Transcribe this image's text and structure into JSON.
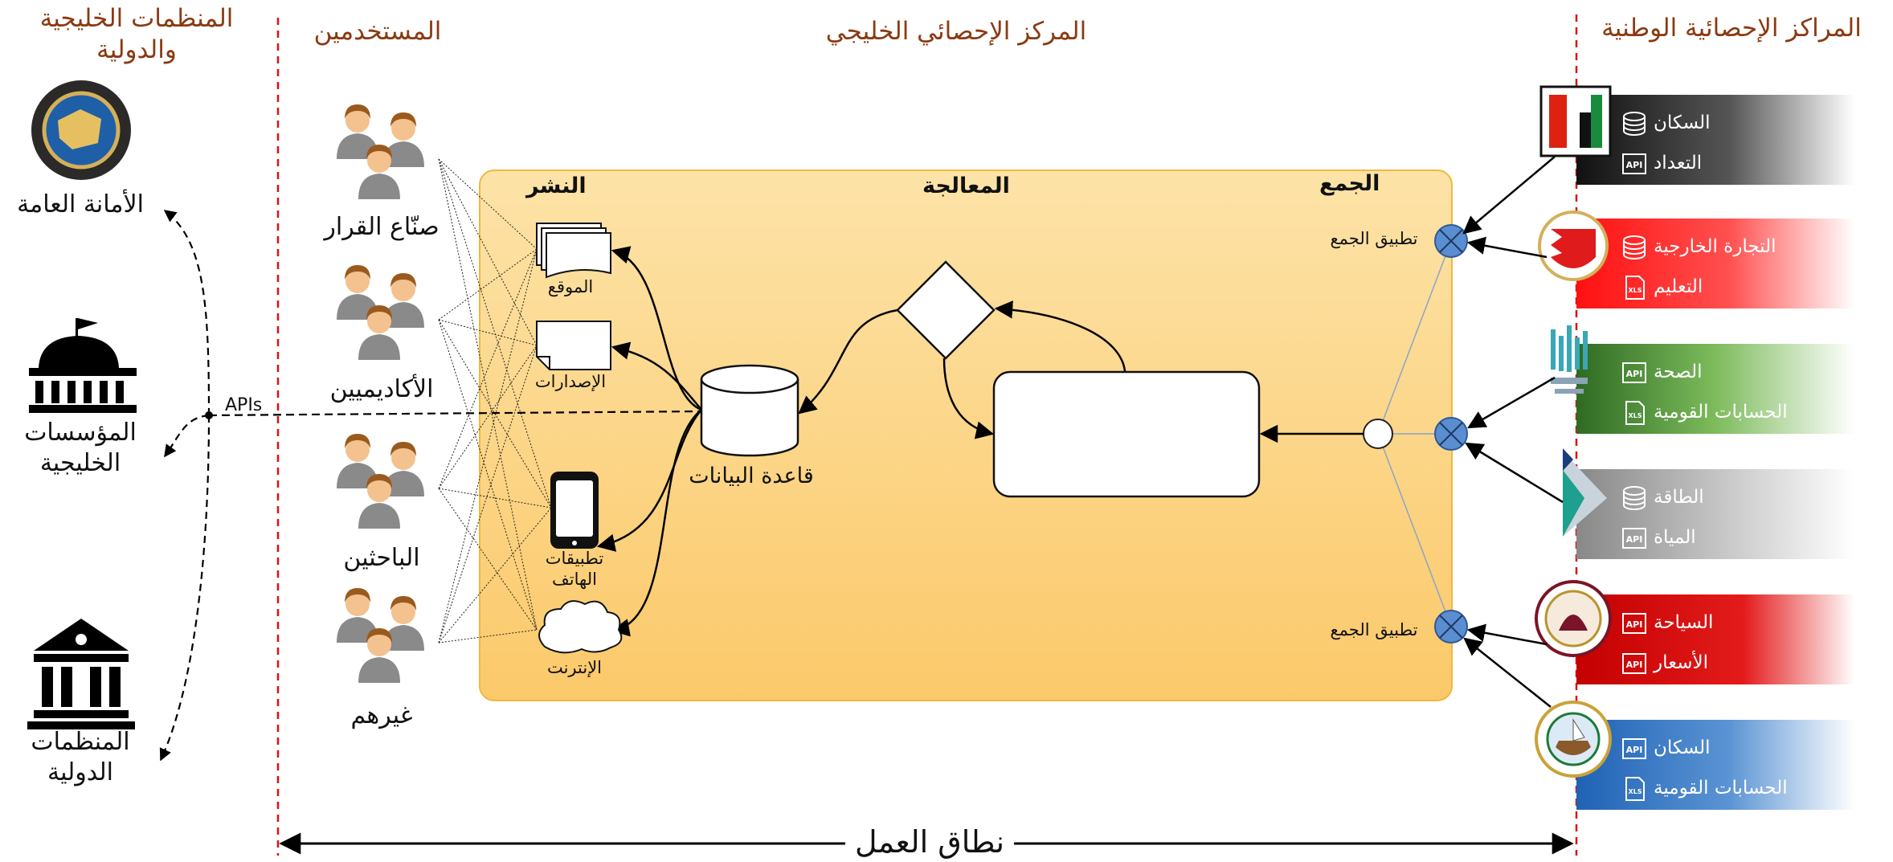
{
  "sections": {
    "intl_orgs": "المنظمات الخليجية\nوالدولية",
    "users": "المستخدمين",
    "gulf_center": "المركز الإحصائي الخليجي",
    "national_centers": "المراكز الإحصائية الوطنية"
  },
  "orgs": [
    {
      "label": "الأمانة العامة",
      "icon": "gcc-emblem-icon"
    },
    {
      "label": "المؤسسات\nالخليجية",
      "icon": "institution-dome-icon"
    },
    {
      "label": "المنظمات\nالدولية",
      "icon": "bank-building-icon"
    }
  ],
  "apis_label": "APIs",
  "users": [
    {
      "label": "صنّاع القرار"
    },
    {
      "label": "الأكاديميين"
    },
    {
      "label": "الباحثين"
    },
    {
      "label": "غيرهم"
    }
  ],
  "stages": {
    "dissemination": "النشر",
    "processing": "المعالجة",
    "collection": "الجمع"
  },
  "outputs": [
    {
      "label": "الموقع",
      "icon": "documents-icon"
    },
    {
      "label": "الإصدارات",
      "icon": "document-icon"
    },
    {
      "label": "تطبيقات\nالهاتف",
      "icon": "smartphone-icon"
    },
    {
      "label": "الإنترنت",
      "icon": "cloud-icon"
    }
  ],
  "database_label": "قاعدة البيانات",
  "collect_app_label": "تطبيق الجمع",
  "scope_label": "نطاق العمل",
  "national_bands": [
    {
      "color": "#222222",
      "emblem": "uae-emblem-icon",
      "items": [
        {
          "text": "السكان",
          "icon": "database-icon"
        },
        {
          "text": "التعداد",
          "icon": "api-icon"
        }
      ]
    },
    {
      "color": "#ee1c1c",
      "emblem": "bahrain-emblem-icon",
      "items": [
        {
          "text": "التجارة الخارجية",
          "icon": "database-icon"
        },
        {
          "text": "التعليم",
          "icon": "xls-icon"
        }
      ]
    },
    {
      "color": "#3f7d2c",
      "emblem": "saudi-emblem-icon",
      "items": [
        {
          "text": "الصحة",
          "icon": "api-icon"
        },
        {
          "text": "الحسابات القومية",
          "icon": "xls-icon"
        }
      ]
    },
    {
      "color": "#9a9a9a",
      "emblem": "oman-emblem-icon",
      "items": [
        {
          "text": "الطاقة",
          "icon": "database-icon"
        },
        {
          "text": "المياة",
          "icon": "api-icon"
        }
      ]
    },
    {
      "color": "#d10f0f",
      "emblem": "qatar-emblem-icon",
      "items": [
        {
          "text": "السياحة",
          "icon": "api-icon"
        },
        {
          "text": "الأسعار",
          "icon": "api-icon"
        }
      ]
    },
    {
      "color": "#2f6fbf",
      "emblem": "kuwait-emblem-icon",
      "items": [
        {
          "text": "السكان",
          "icon": "api-icon"
        },
        {
          "text": "الحسابات القومية",
          "icon": "xls-icon"
        }
      ]
    }
  ]
}
